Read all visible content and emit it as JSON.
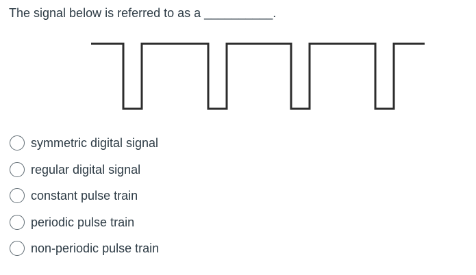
{
  "question": {
    "prompt": "The signal below is referred to as a __________."
  },
  "signal_figure": {
    "icon": "square-pulse-train-waveform",
    "stroke_color": "#2d2d2d",
    "pulse_count": 4
  },
  "options": [
    {
      "label": "symmetric digital signal"
    },
    {
      "label": "regular digital signal"
    },
    {
      "label": "constant pulse train"
    },
    {
      "label": "periodic pulse train"
    },
    {
      "label": "non-periodic pulse train"
    }
  ]
}
